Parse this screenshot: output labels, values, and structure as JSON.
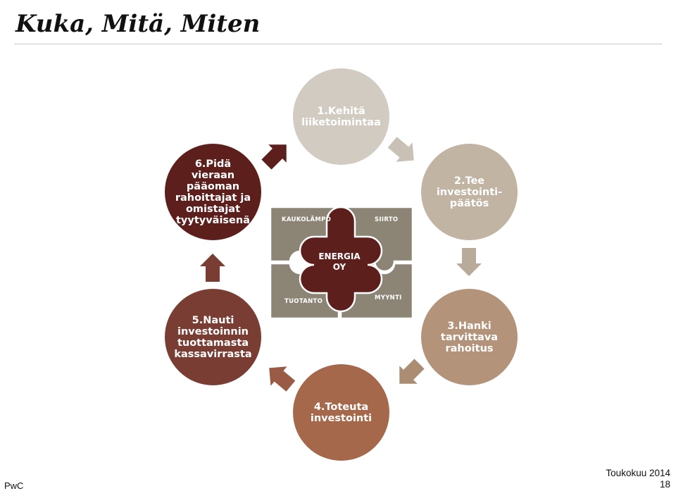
{
  "title": "Kuka, Mitä, Miten",
  "steps": [
    {
      "label": "1.Kehitä\nliiketoimintaa",
      "color": "#d1cbc1"
    },
    {
      "label": "2.Tee\ninvestointi-\npäätös",
      "color": "#c1b4a3"
    },
    {
      "label": "3.Hanki\ntarvittava\nrahoitus",
      "color": "#b3947b"
    },
    {
      "label": "4.Toteuta\ninvestointi",
      "color": "#a5684b"
    },
    {
      "label": "5.Nauti\ninvestoinnin\ntuottamasta\nkassavirrasta",
      "color": "#7a3d33"
    },
    {
      "label": "6.Pidä\nvieraan\npääoman\nrahoittajat ja\nomistajat\ntyytyväisenä",
      "color": "#5d1f1c"
    }
  ],
  "puzzle": {
    "top_left": "KAUKOLÄMPÖ",
    "top_right": "SIIRTO",
    "bottom_left": "TUOTANTO",
    "bottom_right": "MYYNTI",
    "center_line1": "ENERGIA",
    "center_line2": "OY",
    "piece_color": "#8c8474",
    "center_color": "#5d1f1c"
  },
  "arrow_colors": [
    "#c9c1b5",
    "#b9ab99",
    "#ab8d74",
    "#9a5b44",
    "#7a3d33",
    "#5d1f1c"
  ],
  "footer": {
    "left": "PwC",
    "date": "Toukokuu 2014",
    "page": "18"
  }
}
